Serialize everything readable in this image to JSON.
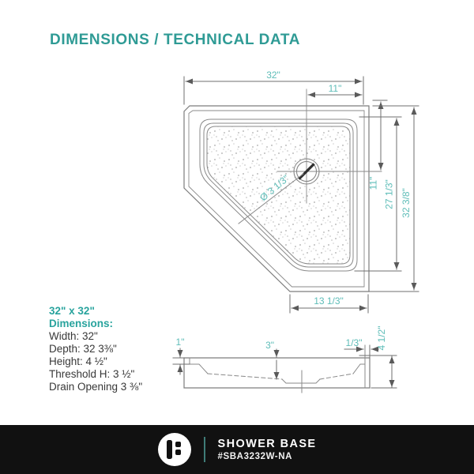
{
  "header": {
    "title": "DIMENSIONS / TECHNICAL DATA"
  },
  "colors": {
    "accent_teal": "#2f9b95",
    "dim_label_teal": "#5ebdb8",
    "line_gray": "#7d7d7d",
    "footer_bg": "#111111"
  },
  "top_view": {
    "dim_width": "32\"",
    "dim_drain_offset_x": "11\"",
    "dim_drain_offset_y": "11\"",
    "dim_basin_depth": "27 1/3\"",
    "dim_total_depth": "32 3/8\"",
    "dim_bottom_edge": "13 1/3\"",
    "drain_label": "Ø 3 1/3\""
  },
  "side_view": {
    "dim_lip": "1\"",
    "dim_basin_drop": "3\"",
    "dim_wall": "1/3\"",
    "dim_height": "4 1/2\""
  },
  "specs": {
    "size_heading": "32\" x 32\"",
    "dimensions_heading": "Dimensions:",
    "lines": [
      "Width: 32\"",
      "Depth: 32 3⅜\"",
      "Height: 4 ½\"",
      "Threshold H: 3 ½\"",
      "Drain Opening 3 ⅜\""
    ]
  },
  "footer": {
    "product_name": "SHOWER BASE",
    "sku": "#SBA3232W-NA"
  }
}
